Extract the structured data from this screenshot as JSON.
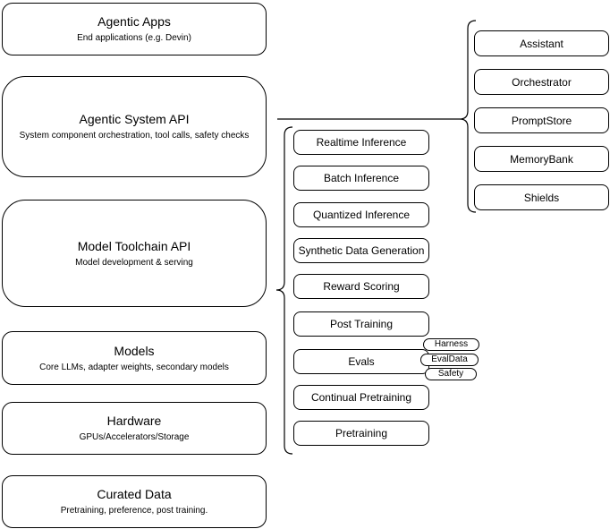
{
  "diagram": {
    "left_stack": [
      {
        "title": "Agentic Apps",
        "subtitle": "End applications (e.g. Devin)"
      },
      {
        "title": "Agentic System API",
        "subtitle": "System component orchestration, tool calls, safety checks"
      },
      {
        "title": "Model Toolchain API",
        "subtitle": "Model development & serving"
      },
      {
        "title": "Models",
        "subtitle": "Core LLMs, adapter weights, secondary models"
      },
      {
        "title": "Hardware",
        "subtitle": "GPUs/Accelerators/Storage"
      },
      {
        "title": "Curated Data",
        "subtitle": "Pretraining, preference, post training."
      }
    ],
    "toolchain_items": [
      "Realtime Inference",
      "Batch Inference",
      "Quantized Inference",
      "Synthetic Data Generation",
      "Reward Scoring",
      "Post Training",
      "Evals",
      "Continual Pretraining",
      "Pretraining"
    ],
    "evals_badges": [
      "Harness",
      "EvalData",
      "Safety"
    ],
    "system_components": [
      "Assistant",
      "Orchestrator",
      "PromptStore",
      "MemoryBank",
      "Shields"
    ],
    "colors": {
      "stroke": "#000000",
      "fill": "#ffffff",
      "text": "#000000"
    }
  }
}
